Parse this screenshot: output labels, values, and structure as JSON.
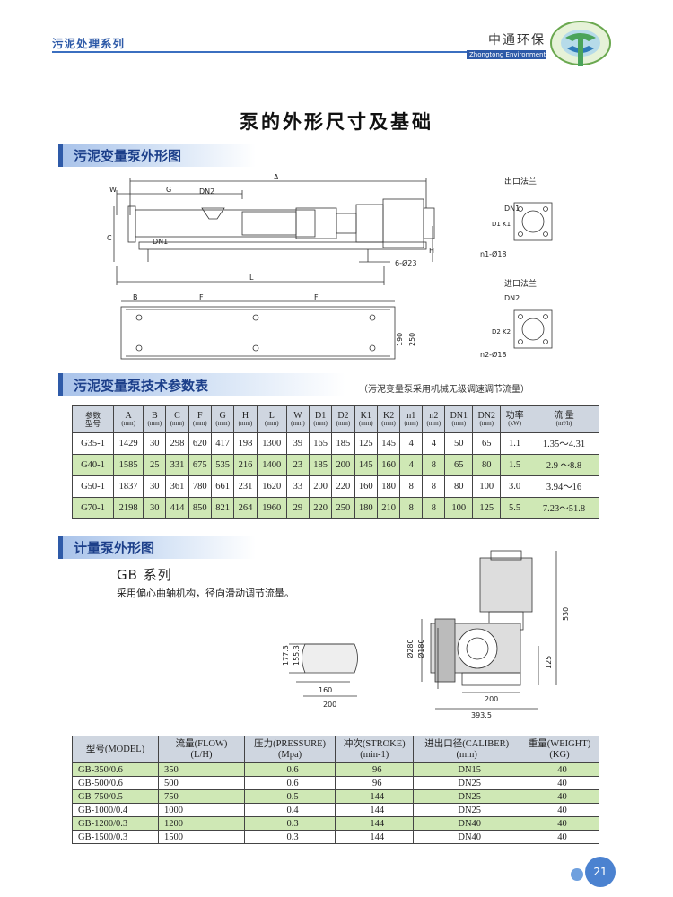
{
  "header": {
    "series": "污泥处理系列",
    "company_cn": "中通环保",
    "company_en": "Zhongtong Environmental"
  },
  "page_title": "泵的外形尺寸及基础",
  "sections": {
    "outline_sludge": "污泥变量泵外形图",
    "params_sludge": "污泥变量泵技术参数表",
    "params_note": "（污泥变量泵采用机械无级调速调节流量）",
    "outline_metering": "计量泵外形图"
  },
  "drawing_labels": {
    "A": "A",
    "W": "W",
    "G": "G",
    "DN2": "DN2",
    "C": "C",
    "DN1": "DN1",
    "H": "H",
    "holes": "6-Ø23",
    "L": "L",
    "B": "B",
    "F": "F",
    "out_flange": "出口法兰",
    "in_flange": "进口法兰",
    "D1": "D1",
    "K1": "K1",
    "n1": "n1-Ø18",
    "D2": "D2",
    "K2": "K2",
    "n2": "n2-Ø18",
    "d190": "190",
    "d250": "250"
  },
  "table1": {
    "corner_top": "参数",
    "corner_bottom": "型号",
    "headers": [
      {
        "name": "A",
        "unit": "(mm)"
      },
      {
        "name": "B",
        "unit": "(mm)"
      },
      {
        "name": "C",
        "unit": "(mm)"
      },
      {
        "name": "F",
        "unit": "(mm)"
      },
      {
        "name": "G",
        "unit": "(mm)"
      },
      {
        "name": "H",
        "unit": "(mm)"
      },
      {
        "name": "L",
        "unit": "(mm)"
      },
      {
        "name": "W",
        "unit": "(mm)"
      },
      {
        "name": "D1",
        "unit": "(mm)"
      },
      {
        "name": "D2",
        "unit": "(mm)"
      },
      {
        "name": "K1",
        "unit": "(mm)"
      },
      {
        "name": "K2",
        "unit": "(mm)"
      },
      {
        "name": "n1",
        "unit": "(mm)"
      },
      {
        "name": "n2",
        "unit": "(mm)"
      },
      {
        "name": "DN1",
        "unit": "(mm)"
      },
      {
        "name": "DN2",
        "unit": "(mm)"
      },
      {
        "name": "功率",
        "unit": "(kW)"
      },
      {
        "name": "流 量",
        "unit": "(m³/h)"
      }
    ],
    "rows": [
      [
        "G35-1",
        "1429",
        "30",
        "298",
        "620",
        "417",
        "198",
        "1300",
        "39",
        "165",
        "185",
        "125",
        "145",
        "4",
        "4",
        "50",
        "65",
        "1.1",
        "1.35～4.31"
      ],
      [
        "G40-1",
        "1585",
        "25",
        "331",
        "675",
        "535",
        "216",
        "1400",
        "23",
        "185",
        "200",
        "145",
        "160",
        "4",
        "8",
        "65",
        "80",
        "1.5",
        "2.9 ～8.8"
      ],
      [
        "G50-1",
        "1837",
        "30",
        "361",
        "780",
        "661",
        "231",
        "1620",
        "33",
        "200",
        "220",
        "160",
        "180",
        "8",
        "8",
        "80",
        "100",
        "3.0",
        "3.94～16"
      ],
      [
        "G70-1",
        "2198",
        "30",
        "414",
        "850",
        "821",
        "264",
        "1960",
        "29",
        "220",
        "250",
        "180",
        "210",
        "8",
        "8",
        "100",
        "125",
        "5.5",
        "7.23～51.8"
      ]
    ]
  },
  "gb": {
    "title": "GB 系列",
    "desc": "采用偏心曲轴机构，径向滑动调节流量。",
    "dims": {
      "d177": "177.3",
      "d155": "155.3",
      "d160": "160",
      "d200a": "200",
      "d280": "Ø280",
      "d180": "Ø180",
      "d530": "530",
      "d125": "125",
      "d200b": "200",
      "d393": "393.5"
    }
  },
  "table2": {
    "headers": [
      "型号(MODEL)",
      "流量(FLOW)\n(L/H)",
      "压力(PRESSURE)\n(Mpa)",
      "冲次(STROKE)\n(min-1)",
      "进出口径(CALIBER)\n(mm)",
      "重量(WEIGHT)\n(KG)"
    ],
    "rows": [
      [
        "GB-350/0.6",
        "350",
        "0.6",
        "96",
        "DN15",
        "40"
      ],
      [
        "GB-500/0.6",
        "500",
        "0.6",
        "96",
        "DN25",
        "40"
      ],
      [
        "GB-750/0.5",
        "750",
        "0.5",
        "144",
        "DN25",
        "40"
      ],
      [
        "GB-1000/0.4",
        "1000",
        "0.4",
        "144",
        "DN25",
        "40"
      ],
      [
        "GB-1200/0.3",
        "1200",
        "0.3",
        "144",
        "DN40",
        "40"
      ],
      [
        "GB-1500/0.3",
        "1500",
        "0.3",
        "144",
        "DN40",
        "40"
      ]
    ]
  },
  "page_number": "21",
  "colors": {
    "accent": "#2e5aa8",
    "green_row": "#cfe8b5",
    "header_row": "#cfd6e0"
  }
}
